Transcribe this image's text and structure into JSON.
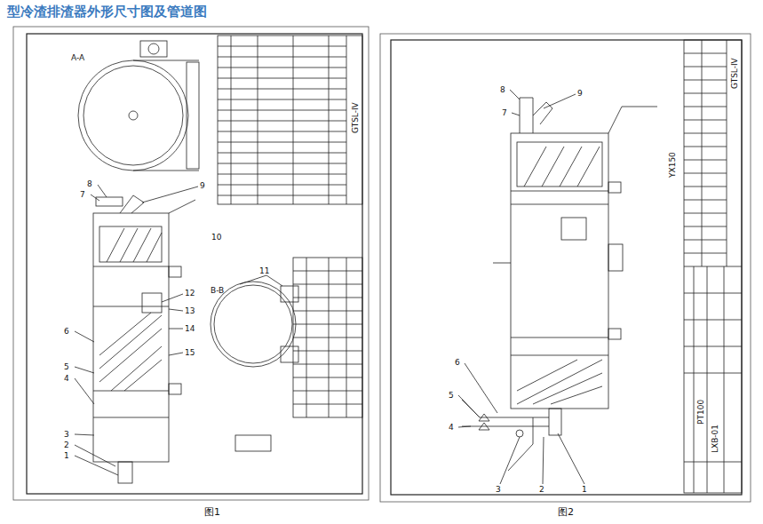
{
  "diagram": {
    "title": "型冷渣排渣器外形尺寸图及管道图",
    "labels": [
      "A-A",
      "B-B",
      "8",
      "7",
      "9",
      "6",
      "5",
      "4",
      "3",
      "2",
      "1",
      "10",
      "11",
      "12",
      "13",
      "14",
      "15",
      "GTSL-IV",
      "8",
      "7",
      "9",
      "6",
      "5",
      "4",
      "3",
      "2",
      "1",
      "YX150",
      "PT100",
      "LXB-01",
      "GTSL-IV",
      "图1",
      "图2"
    ]
  }
}
